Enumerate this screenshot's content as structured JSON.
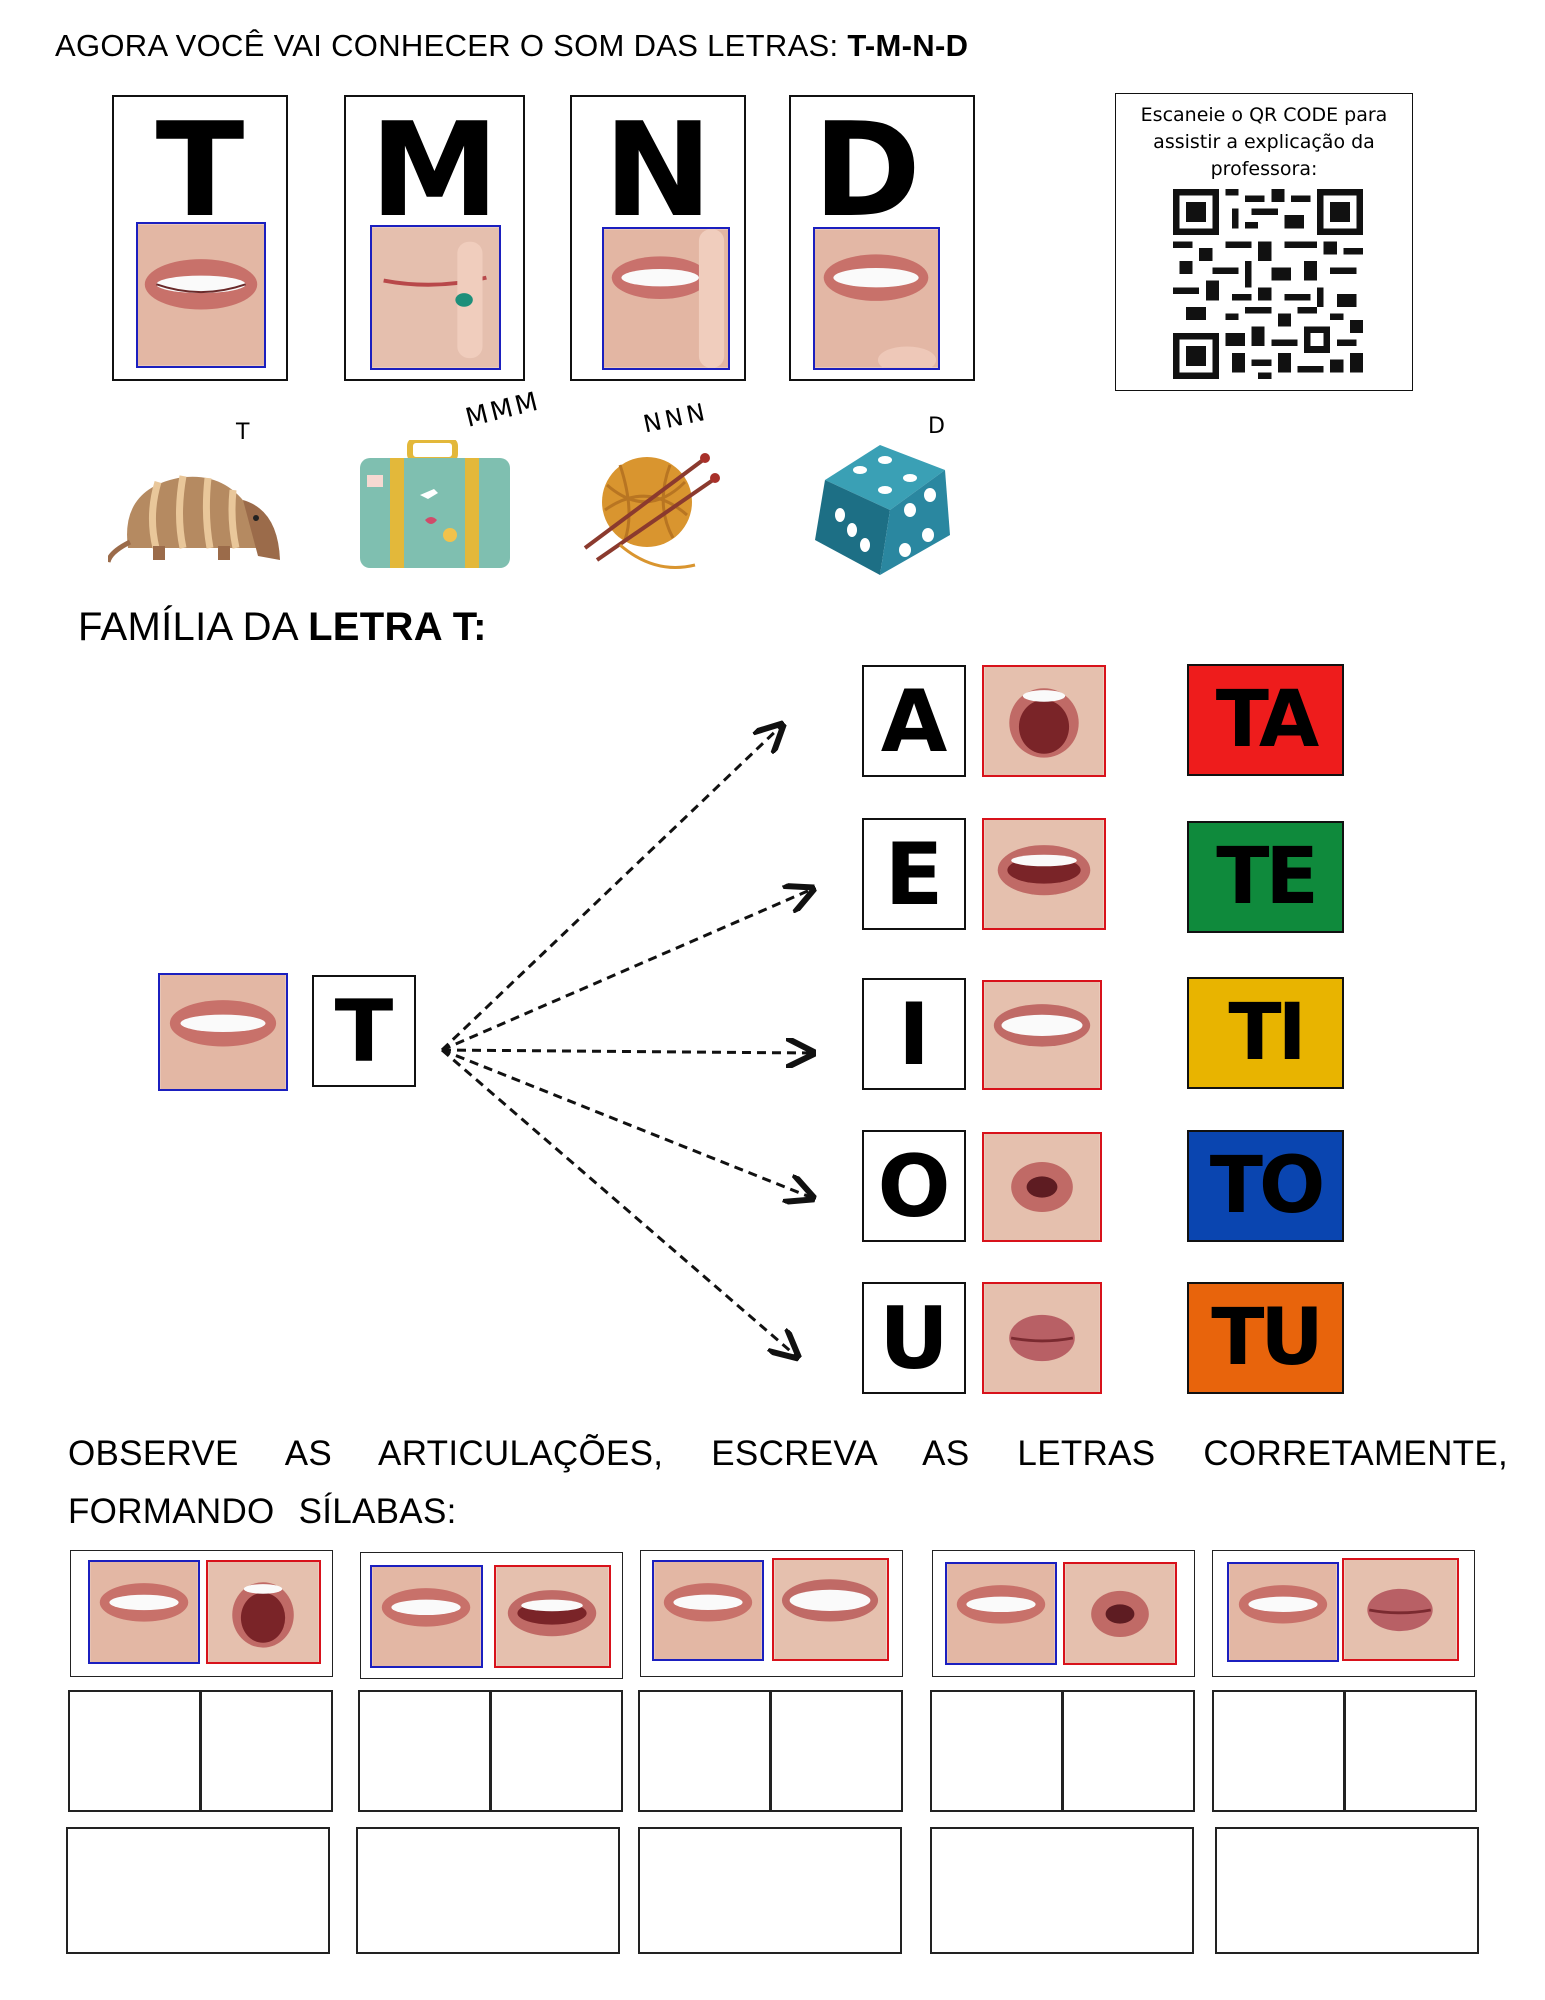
{
  "header": {
    "title_prefix": "AGORA VOCÊ VAI CONHECER O SOM DAS LETRAS: ",
    "title_letters": "T-M-N-D"
  },
  "cards": [
    {
      "letter": "T"
    },
    {
      "letter": "M"
    },
    {
      "letter": "N"
    },
    {
      "letter": "D"
    }
  ],
  "qr": {
    "caption": "Escaneie  o QR CODE para assistir a explicação da professora:"
  },
  "illustrations": [
    {
      "name": "armadillo",
      "sound": "T"
    },
    {
      "name": "suitcase",
      "sound": "MMM"
    },
    {
      "name": "yarn-ball",
      "sound": "NNN"
    },
    {
      "name": "dice",
      "sound": "D"
    }
  ],
  "family": {
    "title_prefix": "FAMÍLIA DA ",
    "title_bold": "LETRA T:",
    "consonant": "T",
    "rows": [
      {
        "vowel": "A",
        "syllable": "TA",
        "color": "#ee1c1c"
      },
      {
        "vowel": "E",
        "syllable": "TE",
        "color": "#0f8a3c"
      },
      {
        "vowel": "I",
        "syllable": "TI",
        "color": "#e8b400"
      },
      {
        "vowel": "O",
        "syllable": "TO",
        "color": "#0a45b0"
      },
      {
        "vowel": "U",
        "syllable": "TU",
        "color": "#e8640c"
      }
    ]
  },
  "exercise": {
    "instruction": "OBSERVE AS ARTICULAÇÕES, ESCREVA AS LETRAS CORRETAMENTE, FORMANDO SÍLABAS:"
  }
}
